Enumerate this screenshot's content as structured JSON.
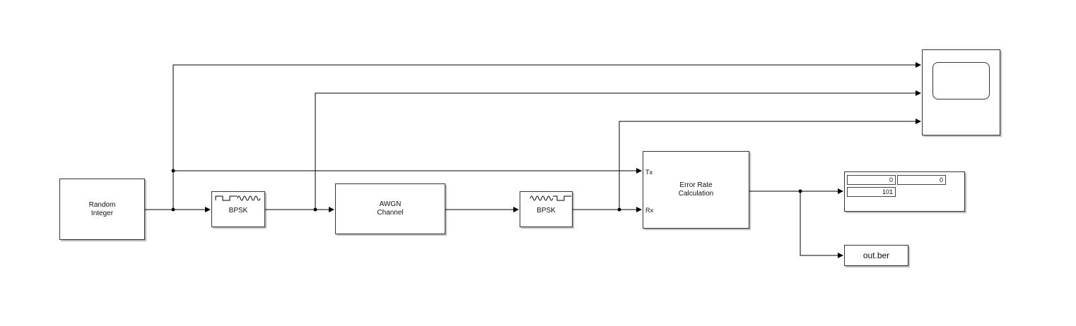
{
  "blocks": {
    "random_integer": {
      "label": "Random\nInteger"
    },
    "bpsk_mod": {
      "label": "BPSK"
    },
    "awgn": {
      "label": "AWGN\nChannel"
    },
    "bpsk_demod": {
      "label": "BPSK"
    },
    "error_rate": {
      "label": "Error Rate\nCalculation",
      "port_tx": "Tx",
      "port_rx": "Rx"
    },
    "display": {
      "values": [
        "0",
        "0",
        "101"
      ]
    },
    "to_workspace": {
      "label": "out.ber"
    },
    "scope": {}
  }
}
